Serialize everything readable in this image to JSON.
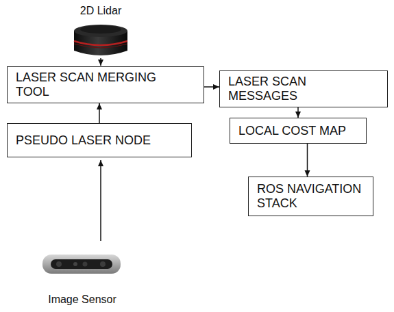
{
  "diagram": {
    "nodes": [
      {
        "text": [
          "LASER SCAN MERGING TOOL"
        ]
      },
      {
        "text": [
          "LASER SCAN MESSAGES"
        ]
      },
      {
        "text": [
          "PSEUDO LASER NODE"
        ]
      },
      {
        "text": [
          "LOCAL COST MAP"
        ]
      },
      {
        "text": [
          "ROS NAVIGATION STACK"
        ]
      }
    ],
    "edges": [
      {
        "from": 2,
        "to": 0,
        "arrow": "to"
      },
      {
        "from": 0,
        "to": 1,
        "arrow": "to"
      },
      {
        "from": 1,
        "to": 3,
        "arrow": "to"
      },
      {
        "from": 3,
        "to": 4,
        "arrow": "to"
      }
    ],
    "labels": [
      "2D Lidar",
      "Image Sensor"
    ]
  }
}
